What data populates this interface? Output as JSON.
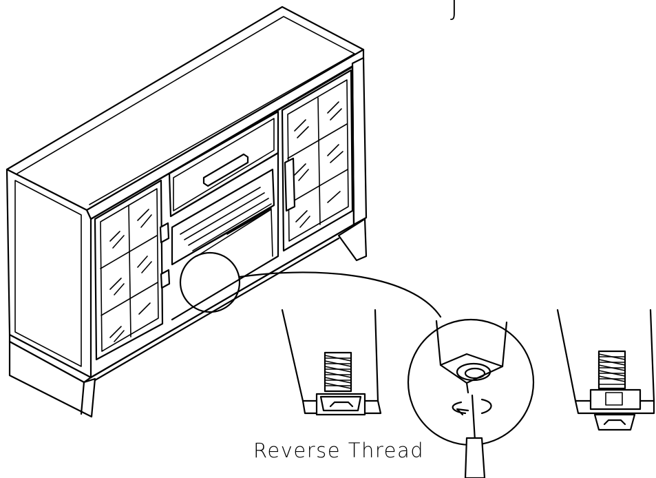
{
  "caption": "Reverse Thread",
  "step_mark": "J",
  "figure": {
    "subject": "sideboard-cabinet",
    "callouts": [
      "leveler-before",
      "screwdriver-detail",
      "leveler-after"
    ]
  }
}
